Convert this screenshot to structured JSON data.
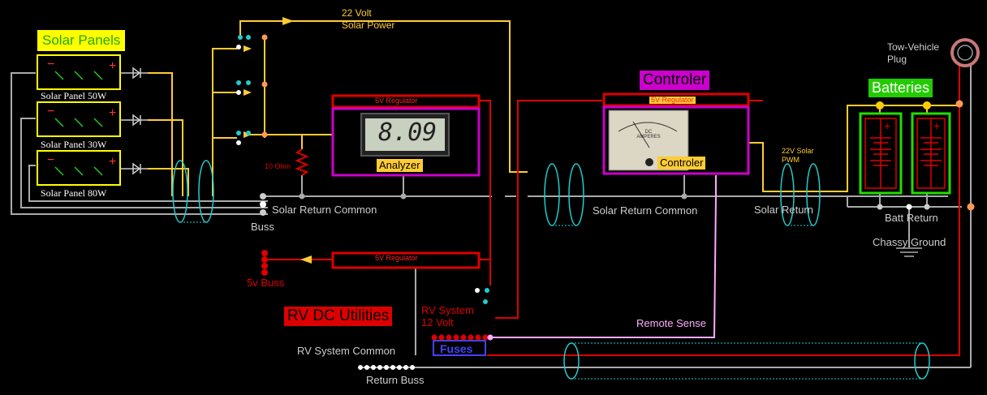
{
  "labels": {
    "solar_panels": "Solar Panels",
    "panel_50": "Solar Panel 50W",
    "panel_30": "Solar Panel 30W",
    "panel_80": "Solar Panel 80W",
    "volt22_line1": "22 Volt",
    "volt22_line2": "Solar Power",
    "reg_5v_a": "5V Regulator",
    "reg_5v_b": "5V Regulator",
    "reg_5v_c": "5V Regulator",
    "analyzer": "Analyzer",
    "meter_reading": "8.09",
    "controler_header": "Controler",
    "controler_tag": "Controler",
    "batteries": "Batteries",
    "tow_line1": "Tow-Vehicle",
    "tow_line2": "Plug",
    "solar_pwm_line1": "22V Solar",
    "solar_pwm_line2": "PWM",
    "ten_ohm": "10 Ohm",
    "solar_return_common_1": "Solar Return Common",
    "solar_return_common_2": "Solar Return Common",
    "solar_return": "Solar Return",
    "buss": "Buss",
    "batt_return": "Batt Return",
    "chassy_ground": "Chassy Ground",
    "five_v_buss": "5v Buss",
    "rv_dc_utilities": "RV DC Utilities",
    "rv_system_line1": "RV System",
    "rv_system_line2": "12 Volt",
    "remote_sense": "Remote Sense",
    "rv_system_common": "RV System Common",
    "fuses": "Fuses",
    "return_buss": "Return Buss",
    "dc_amperes": "DC AMPERES"
  },
  "colors": {
    "solar_wire": "#ffcc33",
    "positive_wire": "#dd0000",
    "return_wire": "#aaaaaa",
    "regulator": "#dd0000",
    "analyzer_box": "#cc00cc",
    "remote_sense_wire": "#ffaaff",
    "panel_border": "#ffff00",
    "battery_border": "#22dd00",
    "cable_ring": "#22cccc",
    "connector_dot": "#ff9955"
  }
}
